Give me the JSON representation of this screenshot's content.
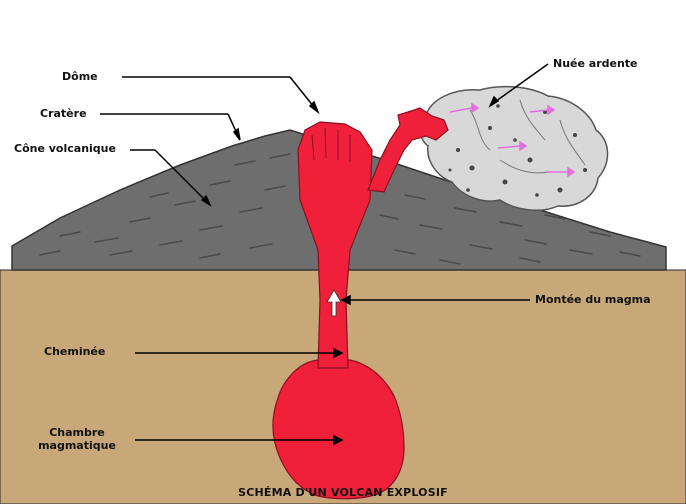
{
  "labels": {
    "dome": "Dôme",
    "cratere": "Cratère",
    "cone": "Cône volcanique",
    "nuee": "Nuée ardente",
    "montee": "Montée du magma",
    "cheminee": "Cheminée",
    "chambre": "Chambre\nmagmatique"
  },
  "caption": "SCHÉMA D'UN VOLCAN EXPLOSIF",
  "colors": {
    "ground": "#C8A878",
    "cone": "#6E6E6E",
    "magma": "#F0203A",
    "nuee": "#D8D8D8",
    "arrows_in_nuee": "#E070E0"
  },
  "icons": {
    "montee_arrow": "up-arrow-icon"
  }
}
